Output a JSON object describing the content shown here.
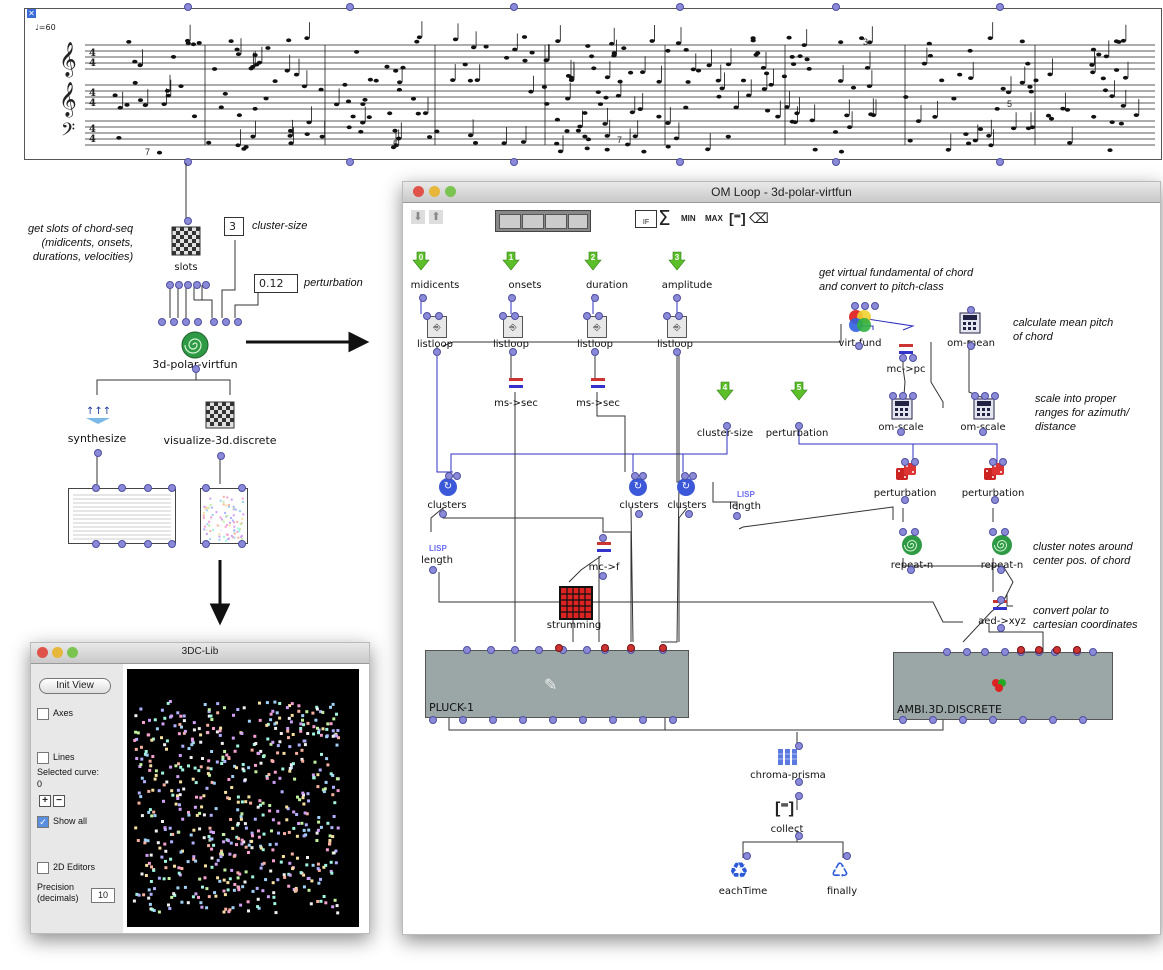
{
  "score": {
    "tempo": "=60",
    "time_sig": "4 4",
    "tuplets": [
      "7",
      "5",
      "7",
      "3",
      "5"
    ]
  },
  "patch": {
    "slots_label": "slots",
    "slots_note": "get slots of chord-seq\n(midicents, onsets,\ndurations, velocities)",
    "cluster_size_value": "3",
    "cluster_size_note": "cluster-size",
    "perturbation_value": "0.12",
    "perturbation_note": "perturbation",
    "main_box_label": "3d-polar-virtfun",
    "synthesize_label": "synthesize",
    "visualize_label": "visualize-3d.discrete"
  },
  "loop_window": {
    "title": "OM Loop - 3d-polar-virtfun",
    "toolbar": {
      "iter": "IF",
      "sum": "Σ",
      "min": "MIN",
      "max": "MAX"
    },
    "inputs": [
      {
        "num": "0",
        "label": "midicents"
      },
      {
        "num": "1",
        "label": "onsets"
      },
      {
        "num": "2",
        "label": "duration"
      },
      {
        "num": "3",
        "label": "amplitude"
      },
      {
        "num": "4",
        "label": "cluster-size"
      },
      {
        "num": "5",
        "label": "perturbation"
      }
    ],
    "boxes": {
      "listloop1": "listloop",
      "listloop2": "listloop",
      "listloop3": "listloop",
      "listloop4": "listloop",
      "mssec1": "ms->sec",
      "mssec2": "ms->sec",
      "virtfund": "virt-fund",
      "ommean": "om-mean",
      "mcpc": "mc->pc",
      "omscale1": "om-scale",
      "omscale2": "om-scale",
      "clusters1": "clusters",
      "clusters2": "clusters",
      "clusters3": "clusters",
      "length1": "length",
      "length2": "length",
      "lisp": "LISP",
      "perturb1": "perturbation",
      "perturb2": "perturbation",
      "repeat1": "repeat-n",
      "repeat2": "repeat-n",
      "mcf": "mc->f",
      "strumming": "strumming",
      "aedxyz": "aed->xyz",
      "pluck": "PLUCK-1",
      "ambi": "AMBI.3D.DISCRETE",
      "chroma": "chroma-prisma",
      "collect": "collect",
      "eachtime": "eachTime",
      "finally": "finally"
    },
    "notes": {
      "virtfund": "get virtual fundamental of chord\nand convert to pitch-class",
      "mean": "calculate mean pitch\nof chord",
      "scale": "scale into proper\nranges for azimuth/\ndistance",
      "cluster": "cluster notes around\ncenter pos. of chord",
      "polar": "convert polar to\ncartesian coordinates"
    }
  },
  "viewer": {
    "title": "3DC-Lib",
    "init_view": "Init View",
    "axes": "Axes",
    "lines": "Lines",
    "selected_curve": "Selected curve:",
    "selected_curve_value": "0",
    "show_all": "Show all",
    "editors_2d": "2D Editors",
    "precision": "Precision\n(decimals)",
    "precision_value": "10",
    "show_all_checked": true
  },
  "colors": {
    "inlet": "#8a8ad8",
    "connection": "#4040c0",
    "arrow_green": "#5cbf2a",
    "box_gray": "#9aa7a6",
    "dice_red": "#cc2222"
  }
}
